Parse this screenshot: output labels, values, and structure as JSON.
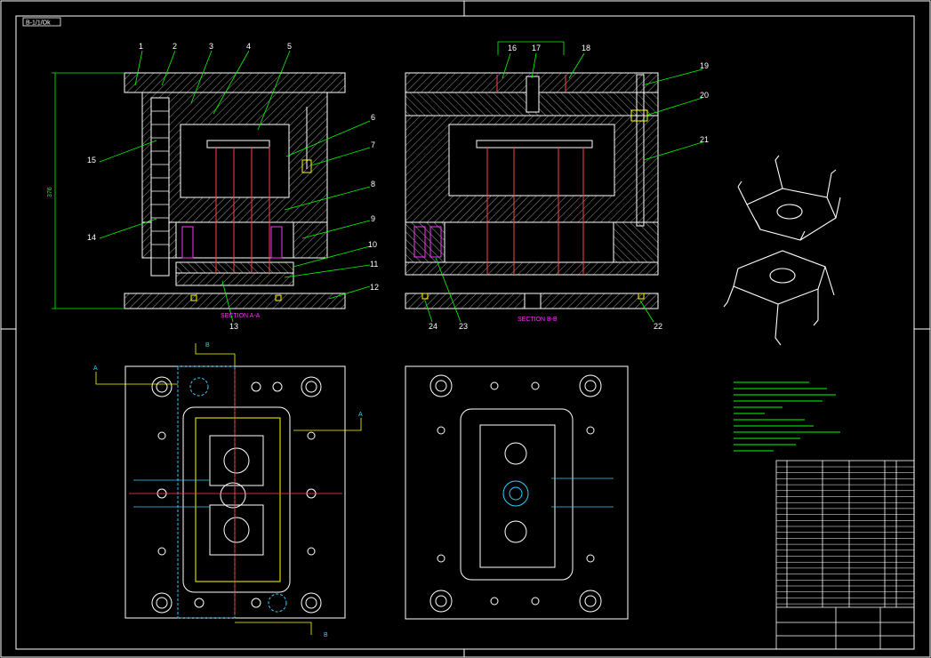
{
  "title_block_label": "B-1/1/Ok",
  "dimension_height": "376",
  "part_numbers": [
    "1",
    "2",
    "3",
    "4",
    "5",
    "6",
    "7",
    "8",
    "9",
    "10",
    "11",
    "12",
    "13",
    "14",
    "15",
    "16",
    "17",
    "18",
    "19",
    "20",
    "21",
    "22",
    "23",
    "24"
  ],
  "section_labels": {
    "left": "SECTION A-A",
    "right": "SECTION B-B"
  },
  "plan_markers": {
    "a1": "A",
    "a2": "A",
    "b1": "B",
    "b2": "B"
  },
  "notes_count": 12,
  "colors": {
    "background": "#000000",
    "frame": "#ffffff",
    "hatch": "#ffffff",
    "leader": "#00ff00",
    "dimension": "#00ff00",
    "section_label": "#ff33ff",
    "notes": "#00ff00",
    "pins": "#ff4444",
    "yellow": "#ffff00",
    "cyan": "#33ccff"
  }
}
